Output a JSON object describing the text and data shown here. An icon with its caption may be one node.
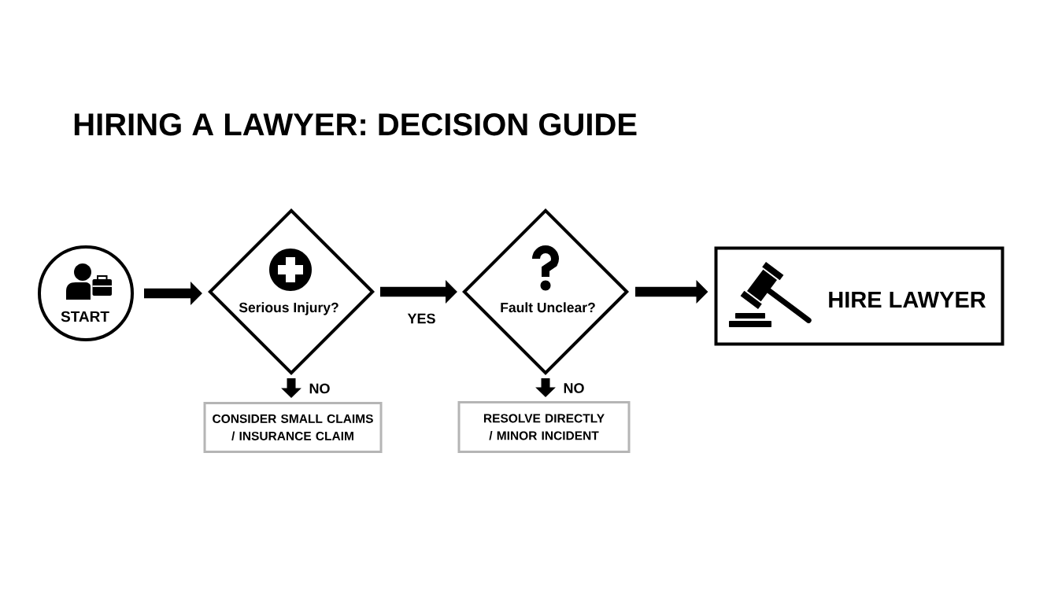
{
  "diagram": {
    "title": "HIRING A LAWYER: DECISION GUIDE",
    "nodes": [
      {
        "text": [
          "START"
        ]
      },
      {
        "text": [
          "Serious Injury?"
        ]
      },
      {
        "text": [
          "Fault Unclear?"
        ]
      },
      {
        "text": [
          "HIRE LAWYER"
        ]
      },
      {
        "text": [
          "CONSIDER SMALL CLAIMS / INSURANCE CLAIM"
        ]
      },
      {
        "text": [
          "RESOLVE DIRECTLY / MINOR INCIDENT"
        ]
      }
    ],
    "edges": [
      {
        "from": 0,
        "to": 1,
        "arrow": "to"
      },
      {
        "from": 1,
        "to": 2,
        "arrow": "to",
        "label": "YES"
      },
      {
        "from": 2,
        "to": 3,
        "arrow": "to"
      },
      {
        "from": 1,
        "to": 4,
        "arrow": "to",
        "label": "NO"
      },
      {
        "from": 2,
        "to": 5,
        "arrow": "to",
        "label": "NO"
      }
    ]
  }
}
